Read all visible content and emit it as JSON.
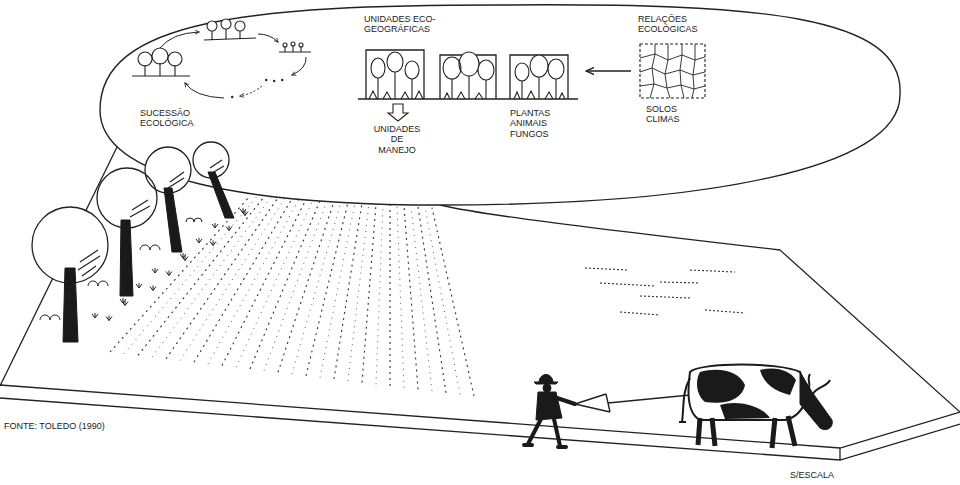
{
  "diagram": {
    "nodes": [
      {
        "text": [
          "UNIDADES ECO-GEOGRÁFICAS"
        ]
      },
      {
        "text": [
          "RELAÇÕES ECOLÓGICAS",
          "SOLOS CLIMAS"
        ]
      }
    ],
    "edges": [
      {
        "from": 1,
        "to": 0,
        "arrow": "to"
      }
    ],
    "labels": [
      "SUCESSÃO ECOLÓGICA",
      "UNIDADES DE MANEJO",
      "PLANTAS ANIMAIS FUNGOS",
      "FONTE: TOLEDO (1990)",
      "S/ESCALA"
    ]
  }
}
